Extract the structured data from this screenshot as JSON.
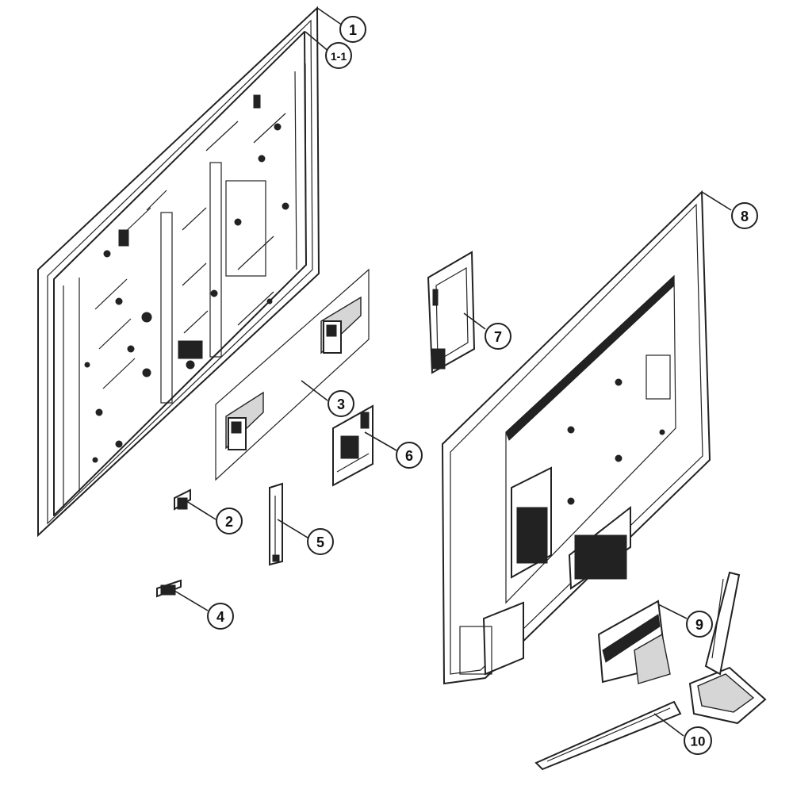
{
  "callouts": {
    "c1": "1",
    "c1_1": "1-1",
    "c2": "2",
    "c3": "3",
    "c4": "4",
    "c5": "5",
    "c6": "6",
    "c7": "7",
    "c8": "8",
    "c9": "9",
    "c10": "10"
  },
  "colors": {
    "line": "#222222",
    "background": "#ffffff"
  }
}
